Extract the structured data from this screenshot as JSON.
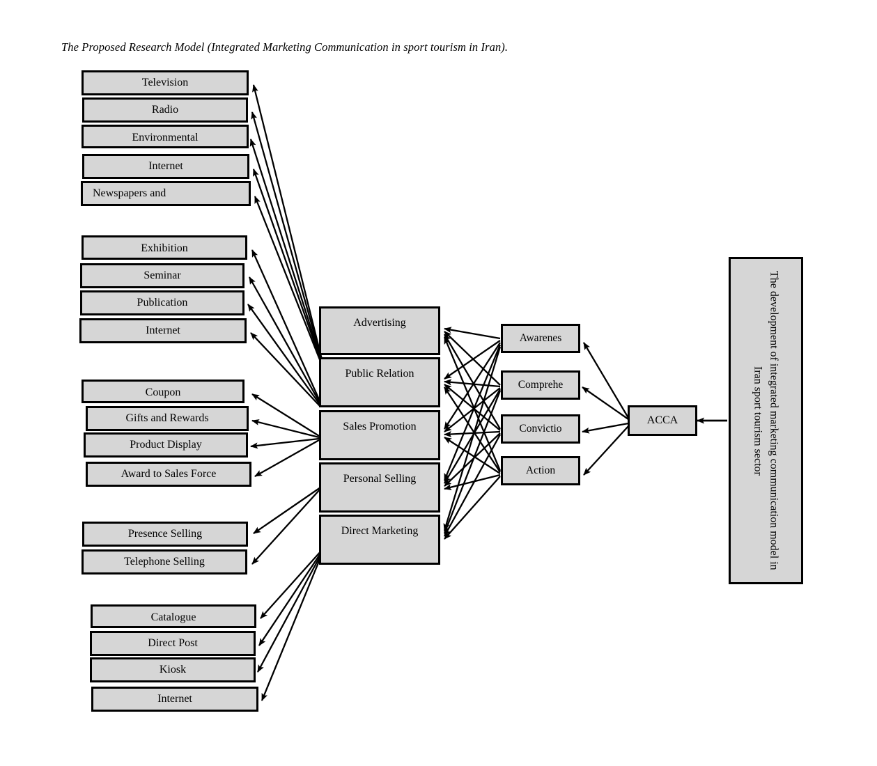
{
  "figure": {
    "title": "The Proposed Research Model (Integrated Marketing Communication in sport tourism in Iran).",
    "colors": {
      "box_fill": "#d6d6d6",
      "box_border": "#000000",
      "arrow": "#000000",
      "background": "#ffffff"
    }
  },
  "groups": {
    "advertising_channels": {
      "items": [
        {
          "label": "Television"
        },
        {
          "label": "Radio"
        },
        {
          "label": "Environmental"
        },
        {
          "label": "Internet"
        },
        {
          "label": "Newspapers and"
        }
      ]
    },
    "public_relation_channels": {
      "items": [
        {
          "label": "Exhibition"
        },
        {
          "label": "Seminar"
        },
        {
          "label": "Publication"
        },
        {
          "label": "Internet"
        }
      ]
    },
    "sales_promotion_channels": {
      "items": [
        {
          "label": "Coupon"
        },
        {
          "label": "Gifts and Rewards"
        },
        {
          "label": "Product Display"
        },
        {
          "label": "Award to Sales Force"
        }
      ]
    },
    "personal_selling_channels": {
      "items": [
        {
          "label": "Presence Selling"
        },
        {
          "label": "Telephone Selling"
        }
      ]
    },
    "direct_marketing_channels": {
      "items": [
        {
          "label": "Catalogue"
        },
        {
          "label": "Direct Post"
        },
        {
          "label": "Kiosk"
        },
        {
          "label": "Internet"
        }
      ]
    }
  },
  "mix": {
    "items": [
      {
        "label": "Advertising"
      },
      {
        "label": "Public Relation"
      },
      {
        "label": "Sales Promotion"
      },
      {
        "label": "Personal Selling"
      },
      {
        "label": "Direct Marketing"
      }
    ]
  },
  "acca_stages": {
    "items": [
      {
        "label": "Awarenes"
      },
      {
        "label": "Comprehe"
      },
      {
        "label": "Convictio"
      },
      {
        "label": "Action"
      }
    ]
  },
  "acca": {
    "label": "ACCA"
  },
  "outcome": {
    "label": "The development of integrated marketing communication model in Iran sport tourism sector"
  }
}
